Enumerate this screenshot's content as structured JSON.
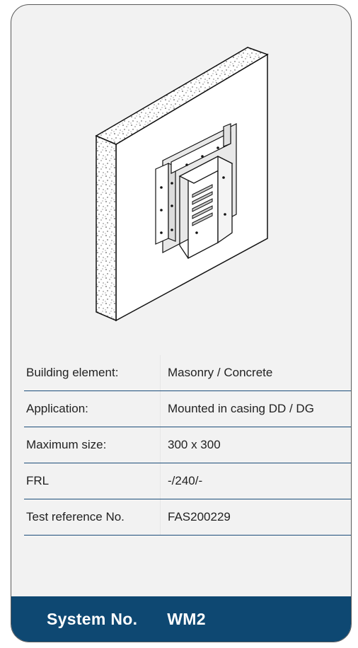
{
  "specs": [
    {
      "label": "Building element:",
      "value": "Masonry / Concrete"
    },
    {
      "label": "Application:",
      "value": "Mounted in casing DD / DG"
    },
    {
      "label": "Maximum size:",
      "value": "300 x 300"
    },
    {
      "label": "FRL",
      "value": "-/240/-"
    },
    {
      "label": "Test reference No.",
      "value": "FAS200229"
    }
  ],
  "footer": {
    "system_label": "System No.",
    "system_code": "WM2"
  },
  "colors": {
    "accent": "#0e4872",
    "divider": "#1c4d7a",
    "card_background": "#f2f2f2"
  }
}
